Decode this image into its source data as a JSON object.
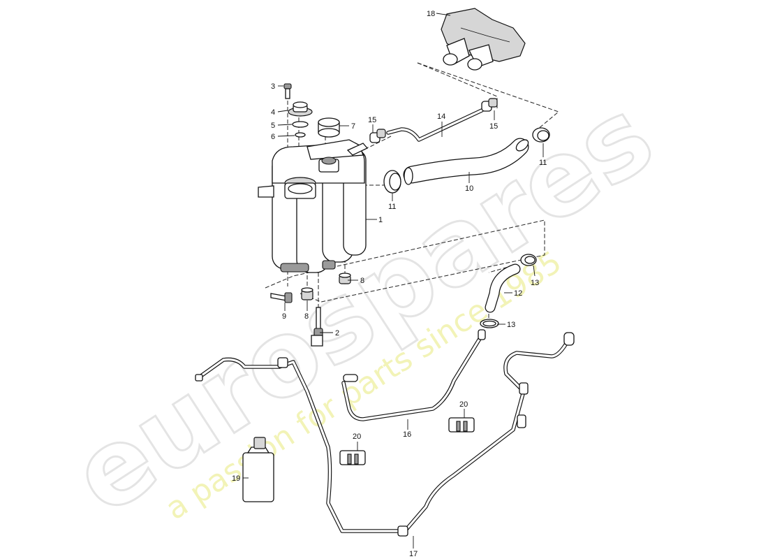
{
  "watermark": {
    "brand": "eurospares",
    "tagline": "a passion for parts since 1985"
  },
  "callouts": [
    {
      "id": "c1",
      "text": "1"
    },
    {
      "id": "c2",
      "text": "2"
    },
    {
      "id": "c3",
      "text": "3"
    },
    {
      "id": "c4",
      "text": "4"
    },
    {
      "id": "c5",
      "text": "5"
    },
    {
      "id": "c6",
      "text": "6"
    },
    {
      "id": "c7",
      "text": "7"
    },
    {
      "id": "c8a",
      "text": "8"
    },
    {
      "id": "c8b",
      "text": "8"
    },
    {
      "id": "c9",
      "text": "9"
    },
    {
      "id": "c10",
      "text": "10"
    },
    {
      "id": "c11a",
      "text": "11"
    },
    {
      "id": "c11b",
      "text": "11"
    },
    {
      "id": "c12",
      "text": "12"
    },
    {
      "id": "c13a",
      "text": "13"
    },
    {
      "id": "c13b",
      "text": "13"
    },
    {
      "id": "c14",
      "text": "14"
    },
    {
      "id": "c15a",
      "text": "15"
    },
    {
      "id": "c15b",
      "text": "15"
    },
    {
      "id": "c16",
      "text": "16"
    },
    {
      "id": "c17",
      "text": "17"
    },
    {
      "id": "c18",
      "text": "18"
    },
    {
      "id": "c19",
      "text": "19"
    },
    {
      "id": "c20a",
      "text": "20"
    },
    {
      "id": "c20b",
      "text": "20"
    }
  ]
}
